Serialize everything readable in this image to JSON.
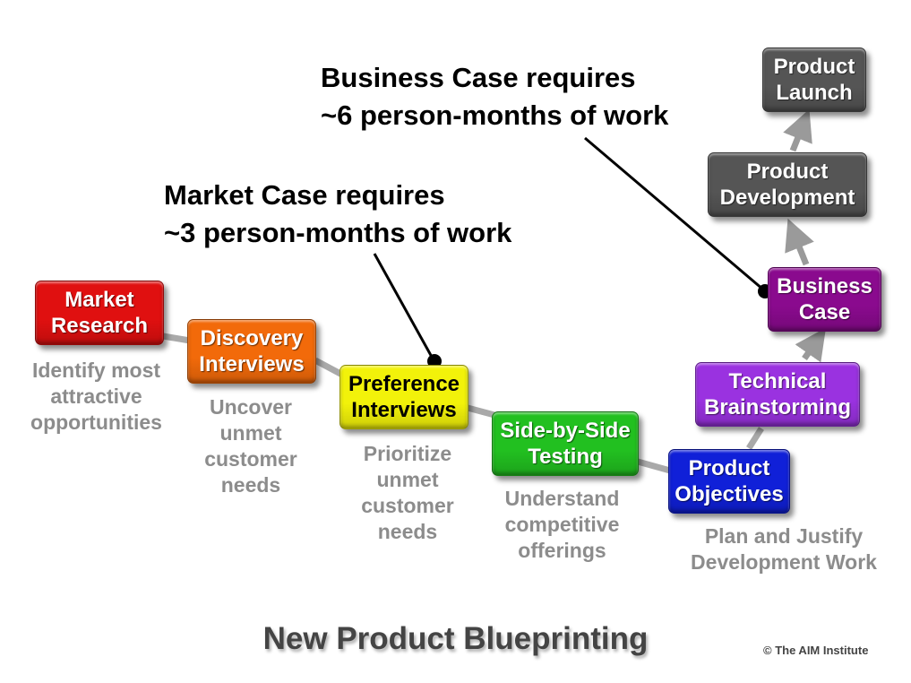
{
  "steps": [
    {
      "label": "Market\nResearch",
      "color": "#e01010"
    },
    {
      "label": "Discovery\nInterviews",
      "color": "#f26a0a"
    },
    {
      "label": "Preference\nInterviews",
      "color": "#f2f20a"
    },
    {
      "label": "Side-by-Side\nTesting",
      "color": "#22c020"
    },
    {
      "label": "Product\nObjectives",
      "color": "#1020d8"
    },
    {
      "label": "Technical\nBrainstorming",
      "color": "#9a32e0"
    },
    {
      "label": "Business\nCase",
      "color": "#8a0a8e"
    },
    {
      "label": "Product\nDevelopment",
      "color": "#555555"
    },
    {
      "label": "Product\nLaunch",
      "color": "#555555"
    }
  ],
  "descriptions": [
    "Identify most\nattractive\nopportunities",
    "Uncover\nunmet\ncustomer\nneeds",
    "Prioritize\nunmet\ncustomer\nneeds",
    "Understand\ncompetitive\nofferings",
    "Plan and Justify\nDevelopment Work"
  ],
  "annotations": {
    "business_case": "Business Case requires\n~6 person-months of work",
    "market_case": "Market Case requires\n~3 person-months of work"
  },
  "footer": {
    "title": "New Product Blueprinting",
    "copyright": "© The AIM Institute"
  }
}
